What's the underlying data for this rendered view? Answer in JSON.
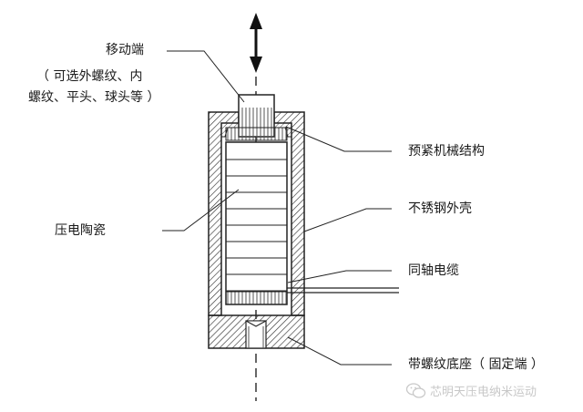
{
  "labels": {
    "moving_end_title": "移动端",
    "moving_end_line1": "（ 可选外螺纹、内",
    "moving_end_line2": "螺纹、平头、球头等 ）",
    "preload": "预紧机械结构",
    "stainless": "不锈钢外壳",
    "ceramic": "压电陶瓷",
    "coax": "同轴电缆",
    "base": "带螺纹底座（ 固定端 ）"
  },
  "watermark": {
    "text": "芯明天压电纳米运动",
    "icon": "wechat-icon"
  },
  "colors": {
    "line": "#222222",
    "hatch": "#333333",
    "base_fill": "#d9d9d9",
    "watermark": "#c8c8c8"
  }
}
